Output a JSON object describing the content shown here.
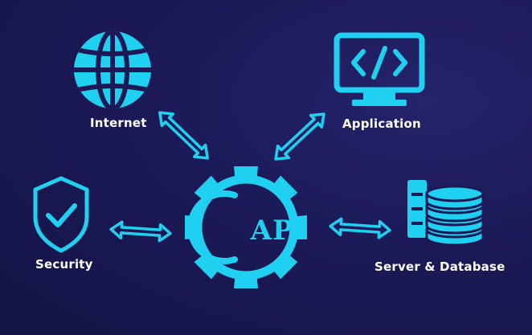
{
  "nodes": {
    "internet": "Internet",
    "application": "Application",
    "security": "Security",
    "server_database": "Server & Database",
    "center": "API"
  },
  "icons": {
    "internet": "globe-icon",
    "application": "code-monitor-icon",
    "security": "shield-check-icon",
    "server_database": "server-database-icon",
    "center": "gear-icon"
  },
  "colors": {
    "background": "#1b1a57",
    "accent": "#1fd0f0",
    "text": "#ffffff"
  }
}
